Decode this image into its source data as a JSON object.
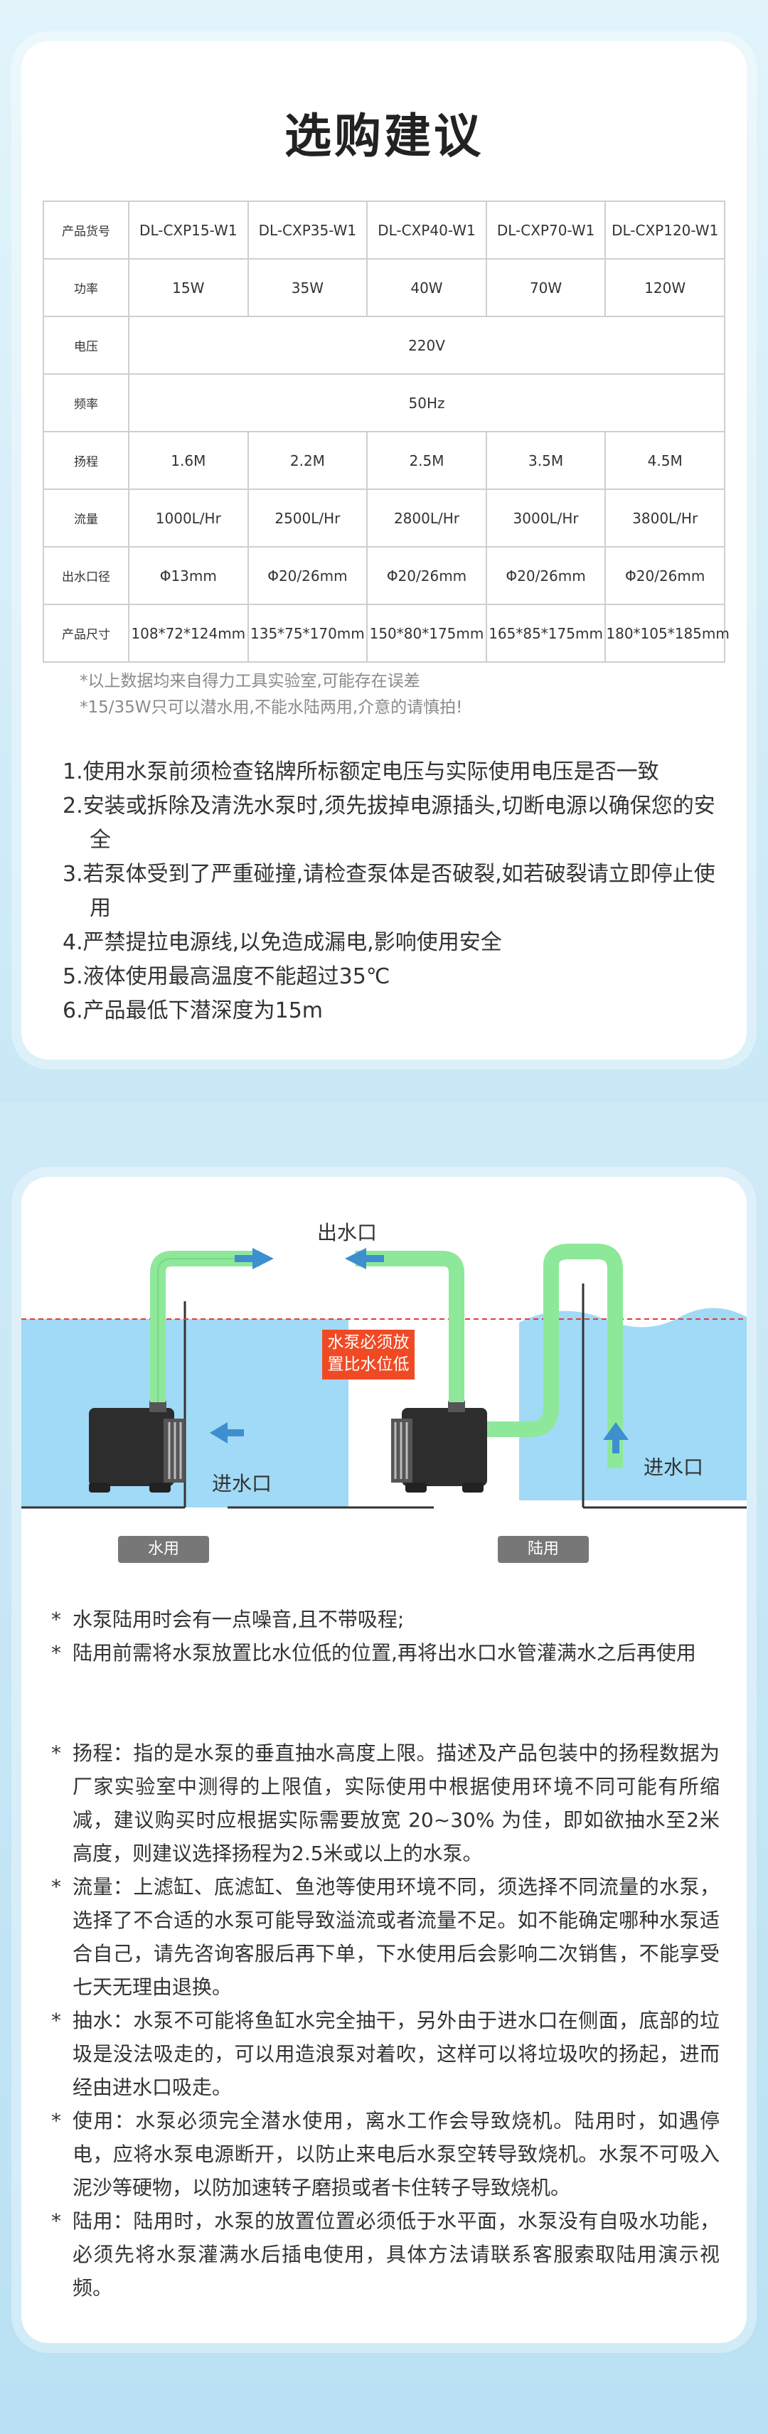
{
  "title": "选购建议",
  "table": {
    "rows": [
      {
        "head": "产品货号",
        "cells": [
          "DL-CXP15-W1",
          "DL-CXP35-W1",
          "DL-CXP40-W1",
          "DL-CXP70-W1",
          "DL-CXP120-W1"
        ]
      },
      {
        "head": "功率",
        "cells": [
          "15W",
          "35W",
          "40W",
          "70W",
          "120W"
        ]
      },
      {
        "head": "电压",
        "span": "220V"
      },
      {
        "head": "频率",
        "span": "50Hz"
      },
      {
        "head": "扬程",
        "cells": [
          "1.6M",
          "2.2M",
          "2.5M",
          "3.5M",
          "4.5M"
        ]
      },
      {
        "head": "流量",
        "cells": [
          "1000L/Hr",
          "2500L/Hr",
          "2800L/Hr",
          "3000L/Hr",
          "3800L/Hr"
        ]
      },
      {
        "head": "出水口径",
        "cells": [
          "Φ13mm",
          "Φ20/26mm",
          "Φ20/26mm",
          "Φ20/26mm",
          "Φ20/26mm"
        ]
      },
      {
        "head": "产品尺寸",
        "cells": [
          "108*72*124mm",
          "135*75*170mm",
          "150*80*175mm",
          "165*85*175mm",
          "180*105*185mm"
        ]
      }
    ]
  },
  "notes": [
    "*以上数据均来自得力工具实验室,可能存在误差",
    "*15/35W只可以潜水用,不能水陆两用,介意的请慎拍!"
  ],
  "rules": [
    "1.使用水泵前须检查铭牌所标额定电压与实际使用电压是否一致",
    "2.安装或拆除及清洗水泵时,须先拔掉电源插头,切断电源以确保您的安全",
    "3.若泵体受到了严重碰撞,请检查泵体是否破裂,如若破裂请立即停止使用",
    "4.严禁提拉电源线,以免造成漏电,影响使用安全",
    "5.液体使用最高温度不能超过35℃",
    "6.产品最低下潜深度为15m"
  ],
  "diagram": {
    "outlet_label": "出水口",
    "warning": "水泵必须放置比水位低",
    "inlet_left": "进水口",
    "inlet_right": "进水口",
    "tag_water": "水用",
    "tag_land": "陆用"
  },
  "usage_notes": [
    "水泵陆用时会有一点噪音,且不带吸程;",
    "陆用前需将水泵放置比水位低的位置,再将出水口水管灌满水之后再使用"
  ],
  "explanations": [
    "扬程：指的是水泵的垂直抽水高度上限。描述及产品包装中的扬程数据为厂家实验室中测得的上限值，实际使用中根据使用环境不同可能有所缩减，建议购买时应根据实际需要放宽 20~30% 为佳，即如欲抽水至2米高度，则建议选择扬程为2.5米或以上的水泵。",
    "流量：上滤缸、底滤缸、鱼池等使用环境不同，须选择不同流量的水泵，选择了不合适的水泵可能导致溢流或者流量不足。如不能确定哪种水泵适合自己，请先咨询客服后再下单，下水使用后会影响二次销售，不能享受七天无理由退换。",
    "抽水：水泵不可能将鱼缸水完全抽干，另外由于进水口在侧面，底部的垃圾是没法吸走的，可以用造浪泵对着吹，这样可以将垃圾吹的扬起，进而经由进水口吸走。",
    "使用：水泵必须完全潜水使用，离水工作会导致烧机。陆用时，如遇停电，应将水泵电源断开，以防止来电后水泵空转导致烧机。水泵不可吸入泥沙等硬物，以防加速转子磨损或者卡住转子导致烧机。",
    "陆用：陆用时，水泵的放置位置必须低于水平面，水泵没有自吸水功能，必须先将水泵灌满水后插电使用，具体方法请联系客服索取陆用演示视频。"
  ],
  "colors": {
    "water": "#8fd3f4",
    "pipe": "#8ee89a",
    "arrow": "#3d8fd0",
    "warning_bg": "#f04a25",
    "waterline": "#e23b3b"
  }
}
